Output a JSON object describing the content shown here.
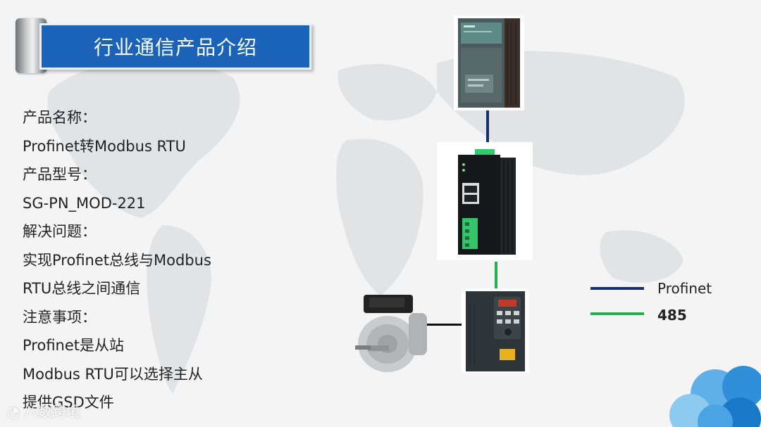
{
  "title": "行业通信产品介绍",
  "description_lines": [
    "产品名称：",
    "Profinet转Modbus RTU",
    "产品型号：",
    "SG-PN_MOD-221",
    "解决问题：",
    "实现Profinet总线与Modbus",
    "RTU总线之间通信",
    "注意事项：",
    "Profinet是从站",
    "Modbus RTU可以选择主从",
    "提供GSD文件"
  ],
  "legend": {
    "items": [
      {
        "label": "Profinet",
        "color": "#12306a",
        "bold": false
      },
      {
        "label": "485",
        "color": "#27b052",
        "bold": true
      }
    ]
  },
  "colors": {
    "banner": "#1a63b8",
    "profinet_line": "#12306a",
    "rs485_line": "#27b052",
    "motor_line": "#111111"
  },
  "devices": [
    "plc-icon",
    "gateway-icon",
    "inverter-icon",
    "motor-icon"
  ],
  "watermark": "八数跨境"
}
